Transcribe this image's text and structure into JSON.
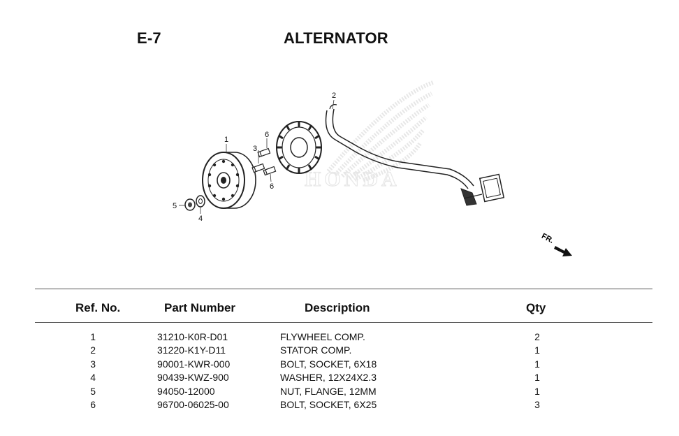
{
  "page": {
    "section_code": "E-7",
    "title": "ALTERNATOR"
  },
  "diagram": {
    "callouts": [
      "1",
      "2",
      "3",
      "4",
      "5",
      "6",
      "6"
    ],
    "direction_label": "FR.",
    "watermark_text": "HONDA"
  },
  "table": {
    "headers": {
      "ref": "Ref. No.",
      "part_number": "Part Number",
      "description": "Description",
      "qty": "Qty"
    },
    "rows": [
      {
        "ref": "1",
        "part_number": "31210-K0R-D01",
        "description": "FLYWHEEL COMP.",
        "qty": "2"
      },
      {
        "ref": "2",
        "part_number": "31220-K1Y-D11",
        "description": "STATOR COMP.",
        "qty": "1"
      },
      {
        "ref": "3",
        "part_number": "90001-KWR-000",
        "description": "BOLT, SOCKET, 6X18",
        "qty": "1"
      },
      {
        "ref": "4",
        "part_number": "90439-KWZ-900",
        "description": "WASHER, 12X24X2.3",
        "qty": "1"
      },
      {
        "ref": "5",
        "part_number": "94050-12000",
        "description": "NUT, FLANGE, 12MM",
        "qty": "1"
      },
      {
        "ref": "6",
        "part_number": "96700-06025-00",
        "description": "BOLT, SOCKET, 6X25",
        "qty": "3"
      }
    ]
  }
}
